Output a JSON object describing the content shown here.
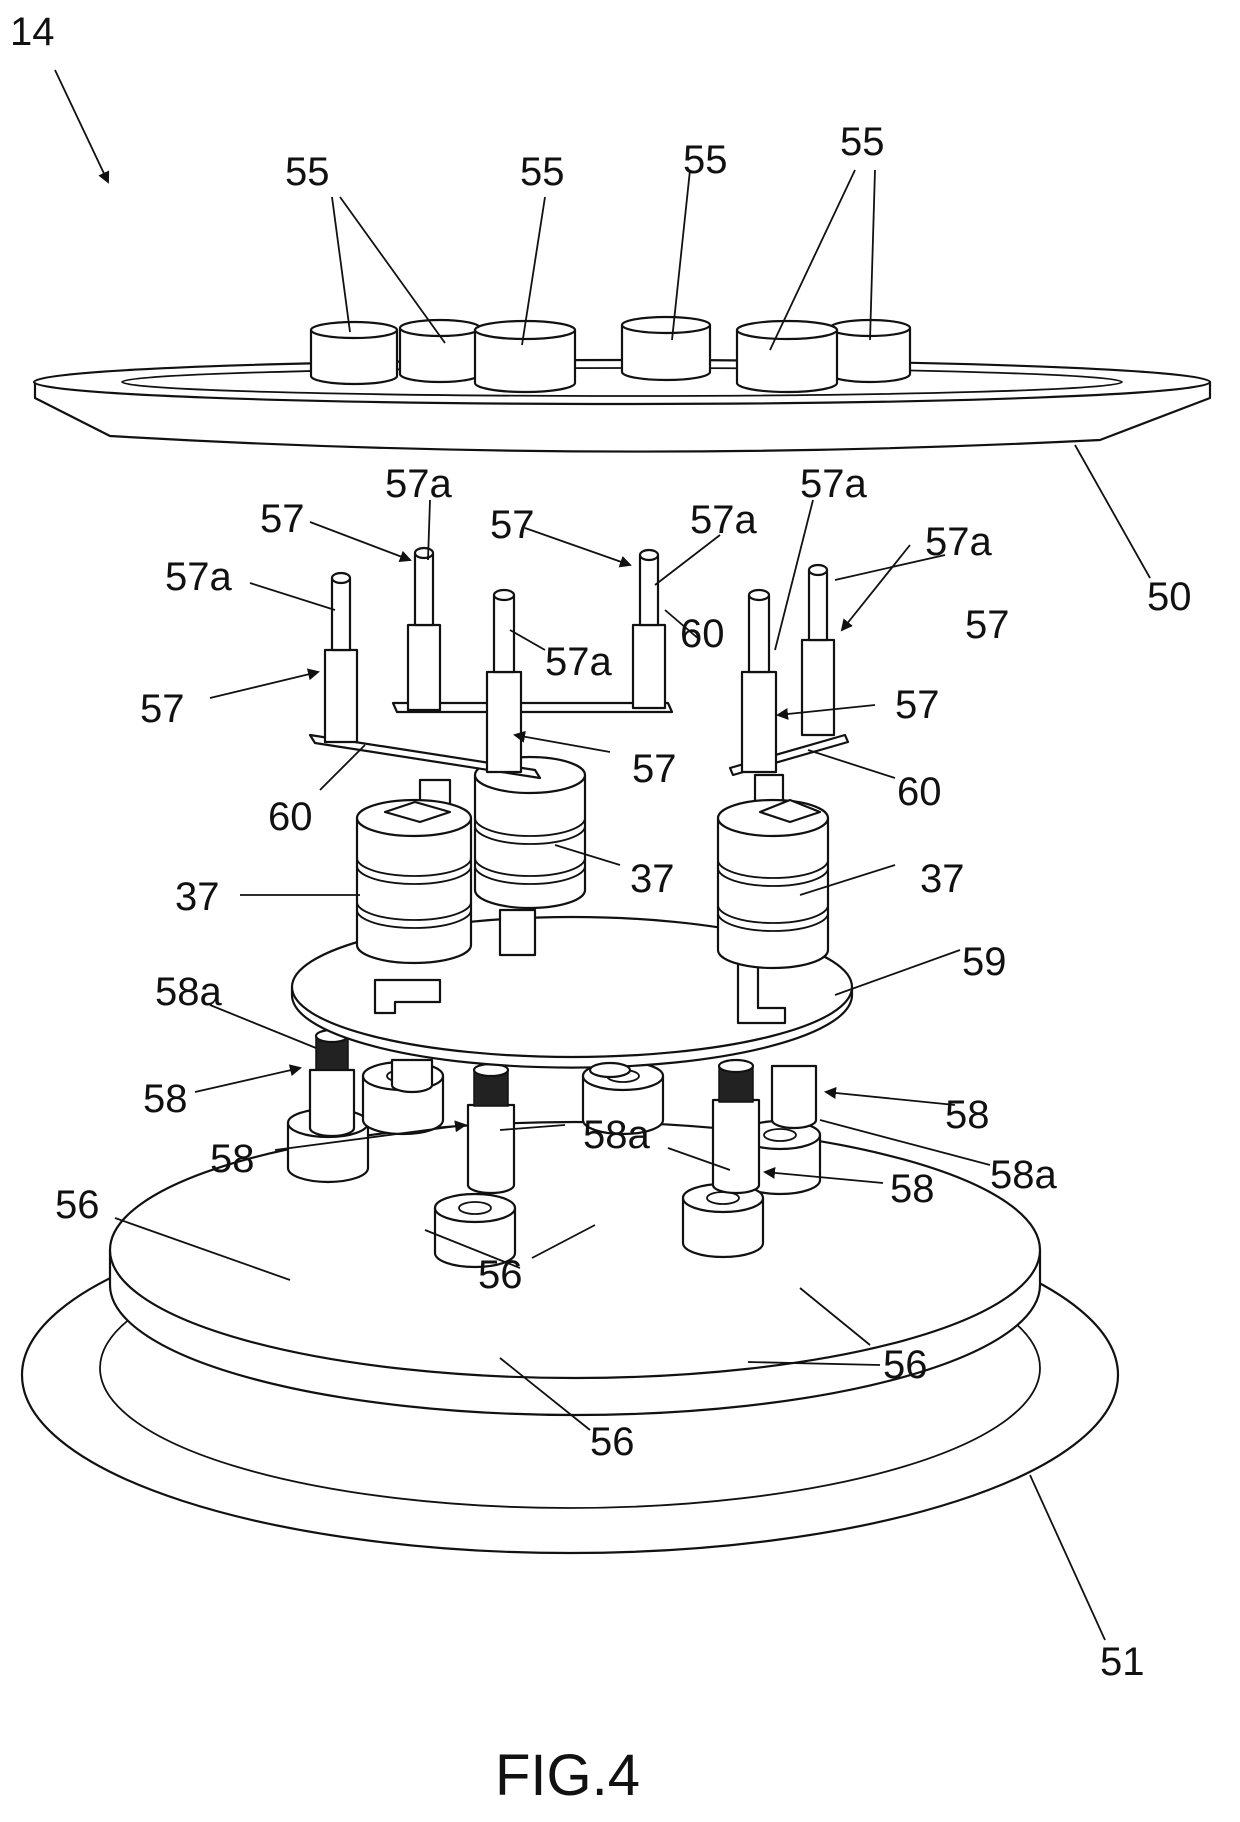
{
  "figure": {
    "caption": "FIG.4",
    "assembly_ref": "14",
    "labels": {
      "upper_cover": "50",
      "base_plate": "51",
      "upper_caps": "55",
      "lower_posts": "56",
      "contact_pin": "57",
      "contact_pin_tip": "57a",
      "spring_contact": "58",
      "spring_contact_tip": "58a",
      "middle_plate": "59",
      "bridge_bar": "60",
      "battery_cell_stack": "37"
    }
  },
  "colors": {
    "line": "#111111",
    "background": "#ffffff"
  }
}
